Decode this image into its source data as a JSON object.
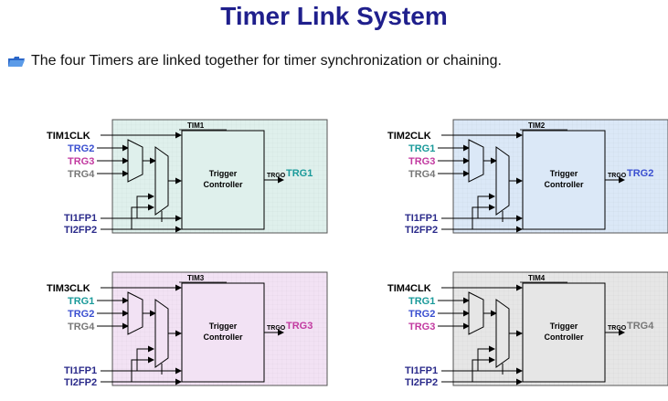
{
  "title": "Timer Link System",
  "bullet": {
    "icon": "folder-bullet-icon",
    "text": "The four Timers are linked together for timer synchronization or chaining."
  },
  "colors": {
    "title": "#1f1f8c",
    "tim1_bg": "#dff0ec",
    "tim2_bg": "#dbe8f7",
    "tim3_bg": "#f2e2f4",
    "tim4_bg": "#e6e6e6",
    "trg1": "#1a9a9a",
    "trg2": "#3a4fd0",
    "trg3": "#c23aa0",
    "trg4": "#777777",
    "ti": "#2a2a8a"
  },
  "timers": [
    {
      "id": "tim1",
      "clk": "TIM1CLK",
      "name": "TIM1",
      "inputs": [
        {
          "label": "TRG2",
          "color": "#3a4fd0"
        },
        {
          "label": "TRG3",
          "color": "#c23aa0"
        },
        {
          "label": "TRG4",
          "color": "#777777"
        }
      ],
      "controller": [
        "Trigger",
        "Controller"
      ],
      "trgo": "TRGO",
      "output": "TRG1",
      "output_color": "#1a9a9a",
      "ti1": "TI1FP1",
      "ti2": "TI2FP2"
    },
    {
      "id": "tim2",
      "clk": "TIM2CLK",
      "name": "TIM2",
      "inputs": [
        {
          "label": "TRG1",
          "color": "#1a9a9a"
        },
        {
          "label": "TRG3",
          "color": "#c23aa0"
        },
        {
          "label": "TRG4",
          "color": "#777777"
        }
      ],
      "controller": [
        "Trigger",
        "Controller"
      ],
      "trgo": "TRGO",
      "output": "TRG2",
      "output_color": "#3a4fd0",
      "ti1": "TI1FP1",
      "ti2": "TI2FP2"
    },
    {
      "id": "tim3",
      "clk": "TIM3CLK",
      "name": "TIM3",
      "inputs": [
        {
          "label": "TRG1",
          "color": "#1a9a9a"
        },
        {
          "label": "TRG2",
          "color": "#3a4fd0"
        },
        {
          "label": "TRG4",
          "color": "#777777"
        }
      ],
      "controller": [
        "Trigger",
        "Controller"
      ],
      "trgo": "TRGO",
      "output": "TRG3",
      "output_color": "#c23aa0",
      "ti1": "TI1FP1",
      "ti2": "TI2FP2"
    },
    {
      "id": "tim4",
      "clk": "TIM4CLK",
      "name": "TIM4",
      "inputs": [
        {
          "label": "TRG1",
          "color": "#1a9a9a"
        },
        {
          "label": "TRG2",
          "color": "#3a4fd0"
        },
        {
          "label": "TRG3",
          "color": "#c23aa0"
        }
      ],
      "controller": [
        "Trigger",
        "Controller"
      ],
      "trgo": "TRGO",
      "output": "TRG4",
      "output_color": "#777777",
      "ti1": "TI1FP1",
      "ti2": "TI2FP2"
    }
  ]
}
